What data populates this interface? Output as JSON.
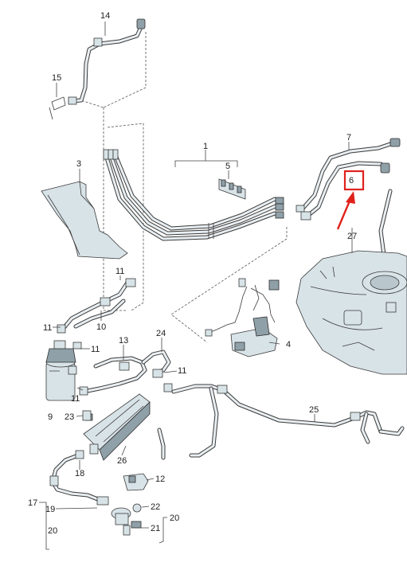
{
  "callouts": {
    "c1": "1",
    "c3": "3",
    "c4": "4",
    "c5": "5",
    "c6": "6",
    "c7": "7",
    "c9": "9",
    "c10": "10",
    "c11a": "11",
    "c11b": "11",
    "c11c": "11",
    "c11d": "11",
    "c11e": "11",
    "c12": "12",
    "c13": "13",
    "c14": "14",
    "c15": "15",
    "c17": "17",
    "c18": "18",
    "c19": "19",
    "c20a": "20",
    "c20b": "20",
    "c21": "21",
    "c22": "22",
    "c23": "23",
    "c24": "24",
    "c25": "25",
    "c26": "26",
    "c27": "27"
  },
  "highlight": {
    "part": "6",
    "color": "#e0211b"
  }
}
